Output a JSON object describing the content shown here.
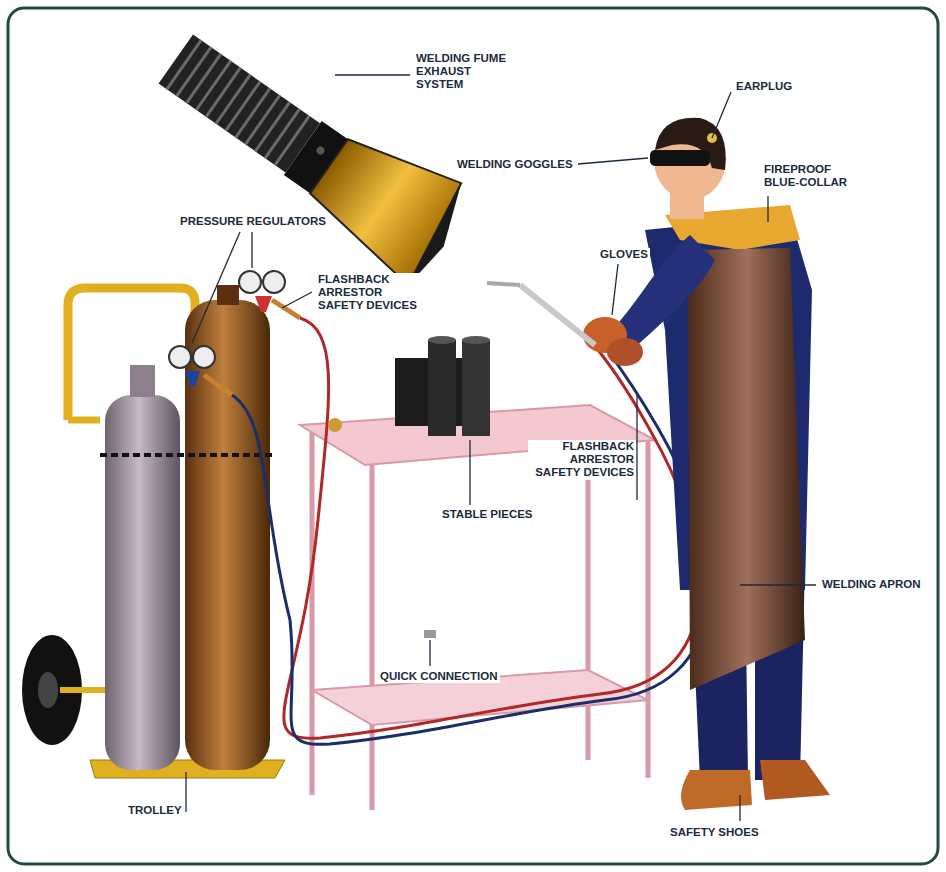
{
  "diagram": {
    "labels": [
      "WELDING FUME EXHAUST SYSTEM",
      "EARPLUG",
      "WELDING GOGGLES",
      "FIREPROOF BLUE-COLLAR",
      "PRESSURE REGULATORS",
      "FLASHBACK ARRESTOR SAFETY DEVICES",
      "GLOVES",
      "STABLE PIECES",
      "FLASHBACK ARRESTOR SAFETY DEVICES",
      "WELDING APRON",
      "QUICK CONNECTION",
      "TROLLEY",
      "SAFETY SHOES"
    ]
  }
}
